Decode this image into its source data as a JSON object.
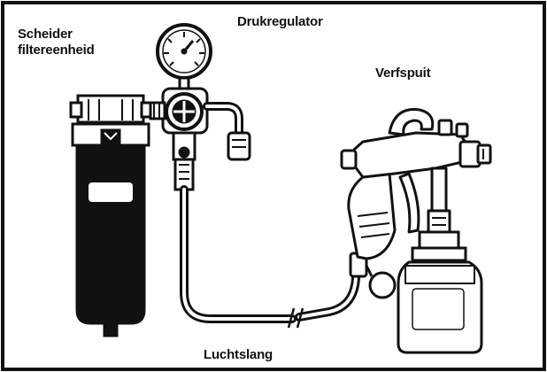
{
  "diagram": {
    "labels": {
      "separator": "Scheider\nfiltereenheid",
      "regulator": "Drukregulator",
      "spraygun": "Verfspuit",
      "hose": "Luchtslang"
    },
    "colors": {
      "ink": "#111111",
      "paper": "#ffffff"
    }
  }
}
